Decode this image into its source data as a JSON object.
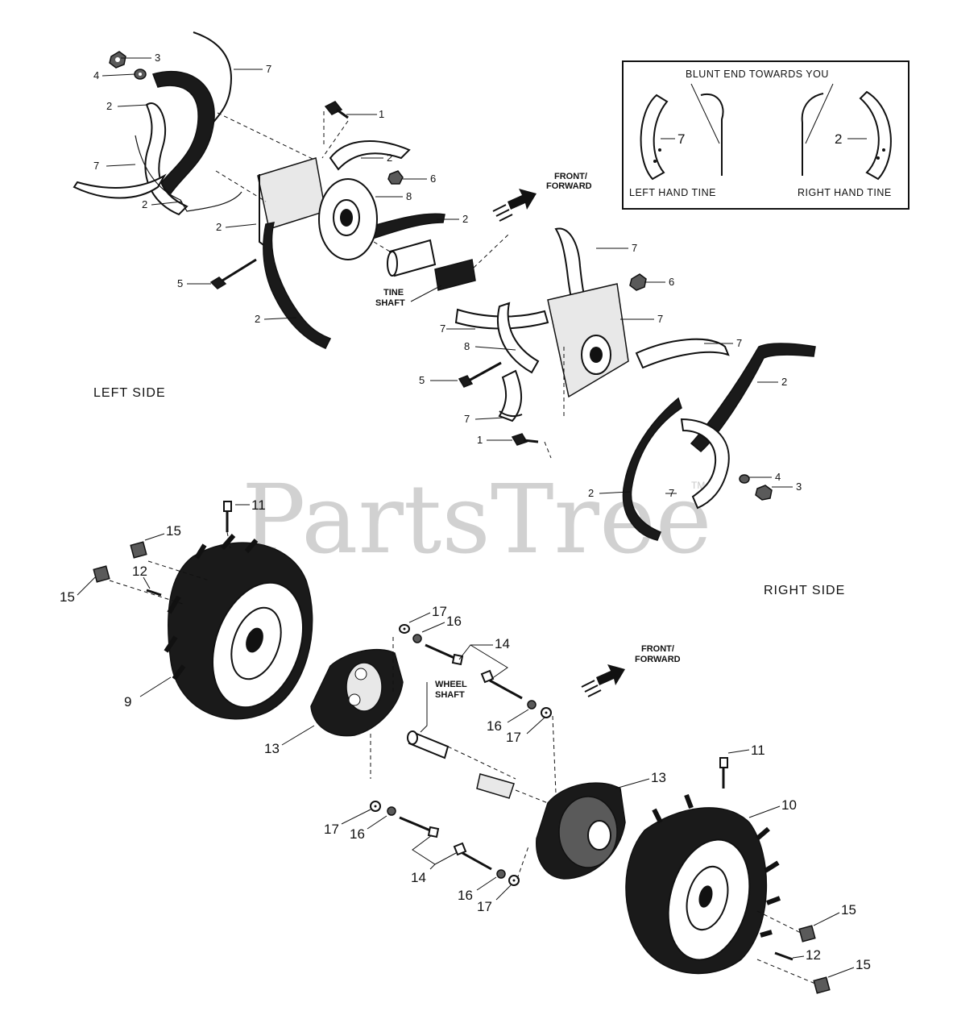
{
  "watermark": {
    "text": "PartsTree",
    "tm": "TM"
  },
  "sections": {
    "left_side": "LEFT SIDE",
    "right_side": "RIGHT SIDE"
  },
  "direction": {
    "front_forward_top": [
      "FRONT/",
      "FORWARD"
    ],
    "front_forward_bottom": [
      "FRONT/",
      "FORWARD"
    ]
  },
  "parts_text": {
    "tine_shaft": [
      "TINE",
      "SHAFT"
    ],
    "wheel_shaft": [
      "WHEEL",
      "SHAFT"
    ]
  },
  "inset": {
    "header": "BLUNT END TOWARDS YOU",
    "left_caption": "LEFT HAND TINE",
    "right_caption": "RIGHT HAND TINE",
    "left_number": "7",
    "right_number": "2"
  },
  "callouts": {
    "c3a": "3",
    "c4a": "4",
    "c7a": "7",
    "c2a": "2",
    "c1a": "1",
    "c7b": "7",
    "c2b": "2",
    "c6a": "6",
    "c8a": "8",
    "c2c": "2",
    "c2d": "2",
    "c2e": "2",
    "c5a": "5",
    "c2f": "2",
    "c7c": "7",
    "c6b": "6",
    "c7d": "7",
    "c7e": "7",
    "c8b": "8",
    "c7f": "7",
    "c2g": "2",
    "c5b": "5",
    "c7g": "7",
    "c1b": "1",
    "c4b": "4",
    "c3b": "3",
    "c2h": "2",
    "c7h": "7",
    "c11a": "11",
    "c15a": "15",
    "c15b": "15",
    "c12a": "12",
    "c9": "9",
    "c13a": "13",
    "c17a": "17",
    "c16a": "16",
    "c14a": "14",
    "c16b": "16",
    "c17b": "17",
    "c13b": "13",
    "c11b": "11",
    "c10": "10",
    "c17c": "17",
    "c16c": "16",
    "c14b": "14",
    "c16d": "16",
    "c17d": "17",
    "c15c": "15",
    "c12b": "12",
    "c15d": "15"
  },
  "icons": [
    "arrow-forward-icon",
    "bolt-icon",
    "nut-icon",
    "washer-icon"
  ]
}
